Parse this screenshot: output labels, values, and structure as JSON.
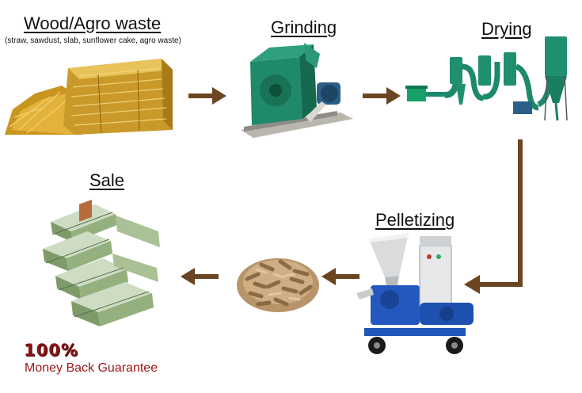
{
  "stages": {
    "waste": {
      "title": "Wood/Agro waste",
      "subtitle": "(straw, sawdust, slab, sunflower cake, agro waste)",
      "icon": "straw-bale-icon"
    },
    "grinding": {
      "title": "Grinding",
      "icon": "hammer-mill-icon"
    },
    "drying": {
      "title": "Drying",
      "icon": "airflow-dryer-icon"
    },
    "pelletizing": {
      "title": "Pelletizing",
      "icon": "pellet-mill-icon"
    },
    "pellets": {
      "icon": "wood-pellets-icon"
    },
    "sale": {
      "title": "Sale",
      "icon": "money-stack-icon"
    }
  },
  "guarantee": {
    "percent": "100%",
    "text": "Money Back Guarantee"
  },
  "colors": {
    "arrow": "#6b4521",
    "machine_green": "#1f8a6b",
    "machine_blue": "#1f56b8",
    "guarantee_red": "#9b1616",
    "straw": "#d4a52b",
    "pellet": "#c9a67a",
    "money_green": "#7d9a6a"
  }
}
